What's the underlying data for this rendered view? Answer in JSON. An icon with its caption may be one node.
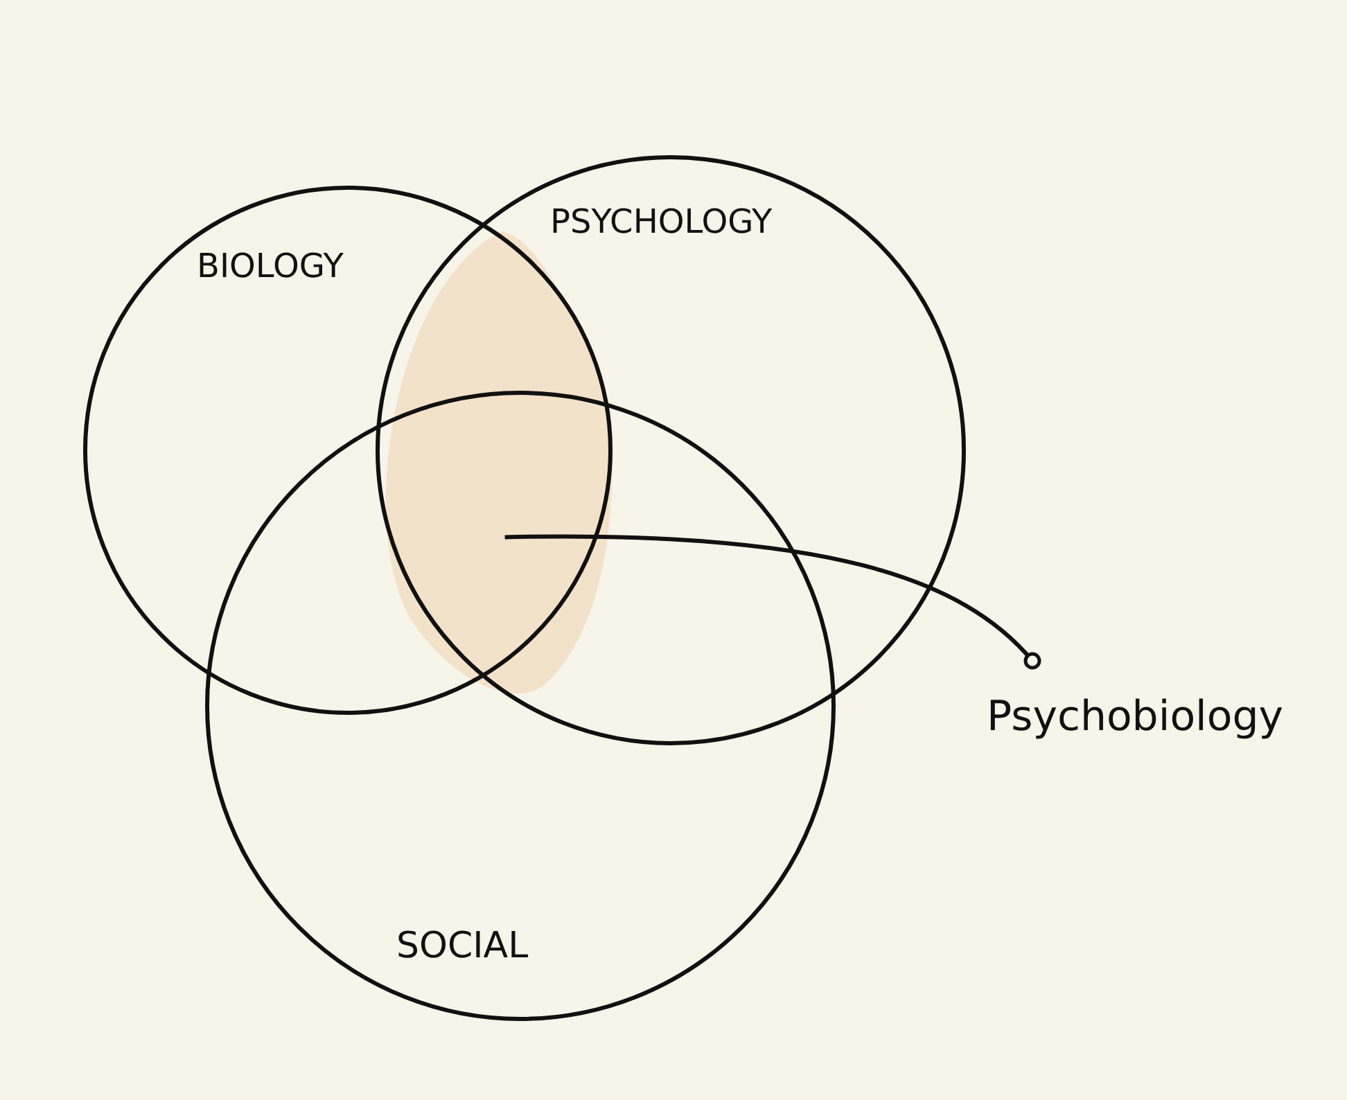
{
  "diagram": {
    "nodes": [
      {
        "text": [
          "BIOLOGY"
        ]
      },
      {
        "text": [
          "PSYCHOLOGY"
        ]
      },
      {
        "text": [],
        "shape": "lens"
      },
      {
        "text": [
          "Psychobiology"
        ]
      },
      {
        "text": [
          "SOCIAL"
        ]
      }
    ],
    "edges": [
      {
        "from": 3,
        "to": 2,
        "arrow": "other"
      }
    ]
  }
}
